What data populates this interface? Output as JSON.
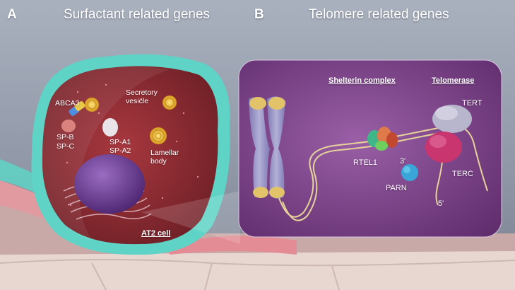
{
  "panel_a": {
    "letter": "A",
    "title": "Surfactant related genes",
    "labels": {
      "abca3": "ABCA3",
      "secretory_vesicle": [
        "Secretory",
        "vesicle"
      ],
      "sp_b": "SP-B",
      "sp_c": "SP-C",
      "sp_a1": "SP-A1",
      "sp_a2": "SP-A2",
      "lamellar_body": [
        "Lamellar",
        "body"
      ],
      "at2_cell": "AT2 cell"
    }
  },
  "panel_b": {
    "letter": "B",
    "title": "Telomere related genes",
    "labels": {
      "shelterin": "Shelterin complex",
      "telomerase": "Telomerase",
      "tert": "TERT",
      "rtel1": "RTEL1",
      "three_prime": "3'",
      "parn": "PARN",
      "terc": "TERC",
      "five_prime": "5'"
    }
  },
  "colors": {
    "background": "#9aa3b2",
    "cell_interior": "#8e2c33",
    "membrane": "#5fd3c6",
    "panel_b_bg": "#7a3d86",
    "nucleus": "#6a3a8f",
    "label": "#ffffff"
  }
}
